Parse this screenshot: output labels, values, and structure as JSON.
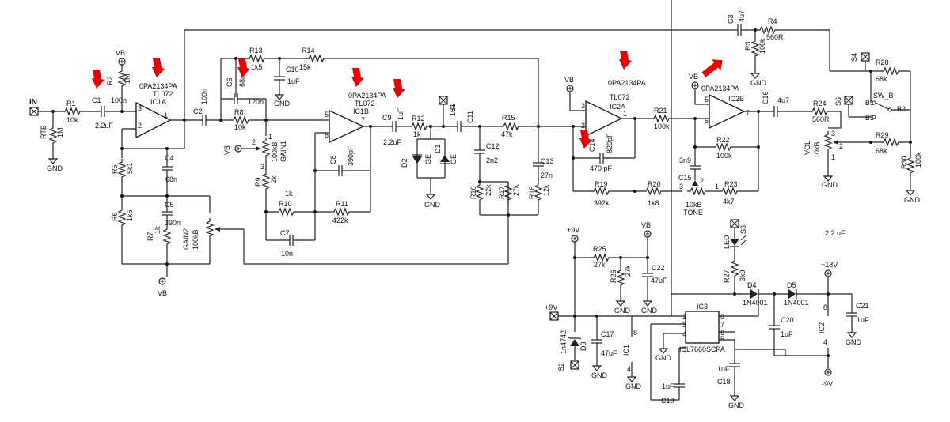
{
  "colors": {
    "wire": "#222222",
    "marker": "#e60000",
    "background": "#ffffff"
  },
  "labels": {
    "in": "IN",
    "r1": "R1",
    "r1v": "10k",
    "c1": "C1",
    "c1v": "100n",
    "c1v2": "2.2uF",
    "r2": "R2",
    "r2v": "1M",
    "rtb": "RTB",
    "rtbv": "1M",
    "vb1": "VB",
    "ic1a_part": "0PA2134PA",
    "ic1a_type": "TL072",
    "ic1a": "IC1A",
    "r5": "R5",
    "r5v": "5k1",
    "r6": "R6",
    "r6v": "1k5",
    "c4": "C4",
    "c4v": "68n",
    "c5": "C5",
    "c5v": "390n",
    "r7": "R7",
    "r7v": "1k",
    "vb2": "VB",
    "gain2": "GAIN2",
    "gain2v": "100kB",
    "c2": "C2",
    "c2v": "100n",
    "r8": "R8",
    "r8v": "10k",
    "r13": "R13",
    "r13v": "1k5",
    "c6": "C6",
    "c6v": "68n",
    "c6v2": "120n",
    "c10": "C10",
    "c10v": "1uF",
    "r14": "R14",
    "r14v": "15k",
    "vb3": "VB",
    "gain1": "GAIN1",
    "gain1v": "100kB",
    "r9": "R9",
    "r9v": "2k",
    "r10": "R10",
    "r10v": "1k",
    "c7": "C7",
    "c7v": "10n",
    "c8": "C8",
    "c8v": "390pF",
    "r11": "R11",
    "r11v": "422k",
    "ic1b_part": "0PA2134PA",
    "ic1b_type": "TL072",
    "ic1b": "IC1B",
    "c9": "C9",
    "c9v": "1uF",
    "c9v2": "2.2uF",
    "r12": "R12",
    "r12v": "1k",
    "s1": "S1",
    "c11": "C11",
    "c11v": "1uF",
    "d2": "D2",
    "d1": "D1",
    "ge1": "GE",
    "ge2": "GE",
    "r15": "R15",
    "r15v": "47k",
    "c12": "C12",
    "c12v": "2n2",
    "c13": "C13",
    "c13v": "27n",
    "r16": "R16",
    "r16v": "22k",
    "r17": "R17",
    "r17v": "27k",
    "r18": "R18",
    "r18v": "12k",
    "vb4": "VB",
    "ic2a_part": "0PA2134PA",
    "ic2a_type": "TL072",
    "ic2a": "IC2A",
    "c14": "C14",
    "c14v": "820pF",
    "c14v2": "470 pF",
    "r19": "R19",
    "r19v": "392k",
    "r20": "R20",
    "r20v": "1k8",
    "r21": "R21",
    "r21v": "100k",
    "vb5": "VB",
    "ic2b_part": "0PA2134PA",
    "ic2b": "IC2B",
    "c15": "C15",
    "c15v": "3n9",
    "r22": "R22",
    "r22v": "100k",
    "r23": "R23",
    "r23v": "4k7",
    "tone": "TONE",
    "tonev": "10kB",
    "c3": "C3",
    "c3v": "4u7",
    "r4": "R4",
    "r4v": "560R",
    "r3": "R3",
    "r3v": "100k",
    "c16": "C16",
    "c16v": "4u7",
    "r24": "R24",
    "r24v": "560R",
    "vol": "VOL",
    "volv": "10kB",
    "s4": "S4",
    "s6": "S6",
    "r28": "R28",
    "r28v": "68k",
    "r29": "R29",
    "r29v": "68k",
    "r30": "R30",
    "r30v": "100k",
    "swb": "SW_B",
    "b1": "B1",
    "b2": "B2",
    "b3": "B3",
    "p9v": "+9V",
    "vb6": "VB",
    "r25": "R25",
    "r25v": "27k",
    "r26": "R26",
    "r26v": "27k",
    "c22": "C22",
    "c22v": "47uF",
    "c_float": "2.2 uF",
    "s3": "S3",
    "led": "LED",
    "r27": "R27",
    "r27v": "3k9",
    "d4": "D4",
    "d4v": "1N4001",
    "d5": "D5",
    "d5v": "1N4001",
    "p18v": "+18V",
    "c21": "C21",
    "c21v": "1uF",
    "ic2pwr": "IC2",
    "p9v2": "+9V",
    "d3": "D3",
    "d3v": "1n4742",
    "c17": "C17",
    "c17v": "47uF",
    "s2": "S2",
    "ic1pwr": "IC1",
    "ic3": "IC3",
    "ic3v": "ICL7660SCPA",
    "c20": "C20",
    "c20v": "1uF",
    "c18": "C18",
    "c18v": "1uF",
    "c19": "C19",
    "c19v": "1uF",
    "m9v": "-9V",
    "gnd": "GND",
    "p1": "1",
    "p2": "2",
    "p3": "3",
    "p4": "4",
    "p5": "5",
    "p6": "6",
    "p7": "7",
    "p8": "8"
  }
}
